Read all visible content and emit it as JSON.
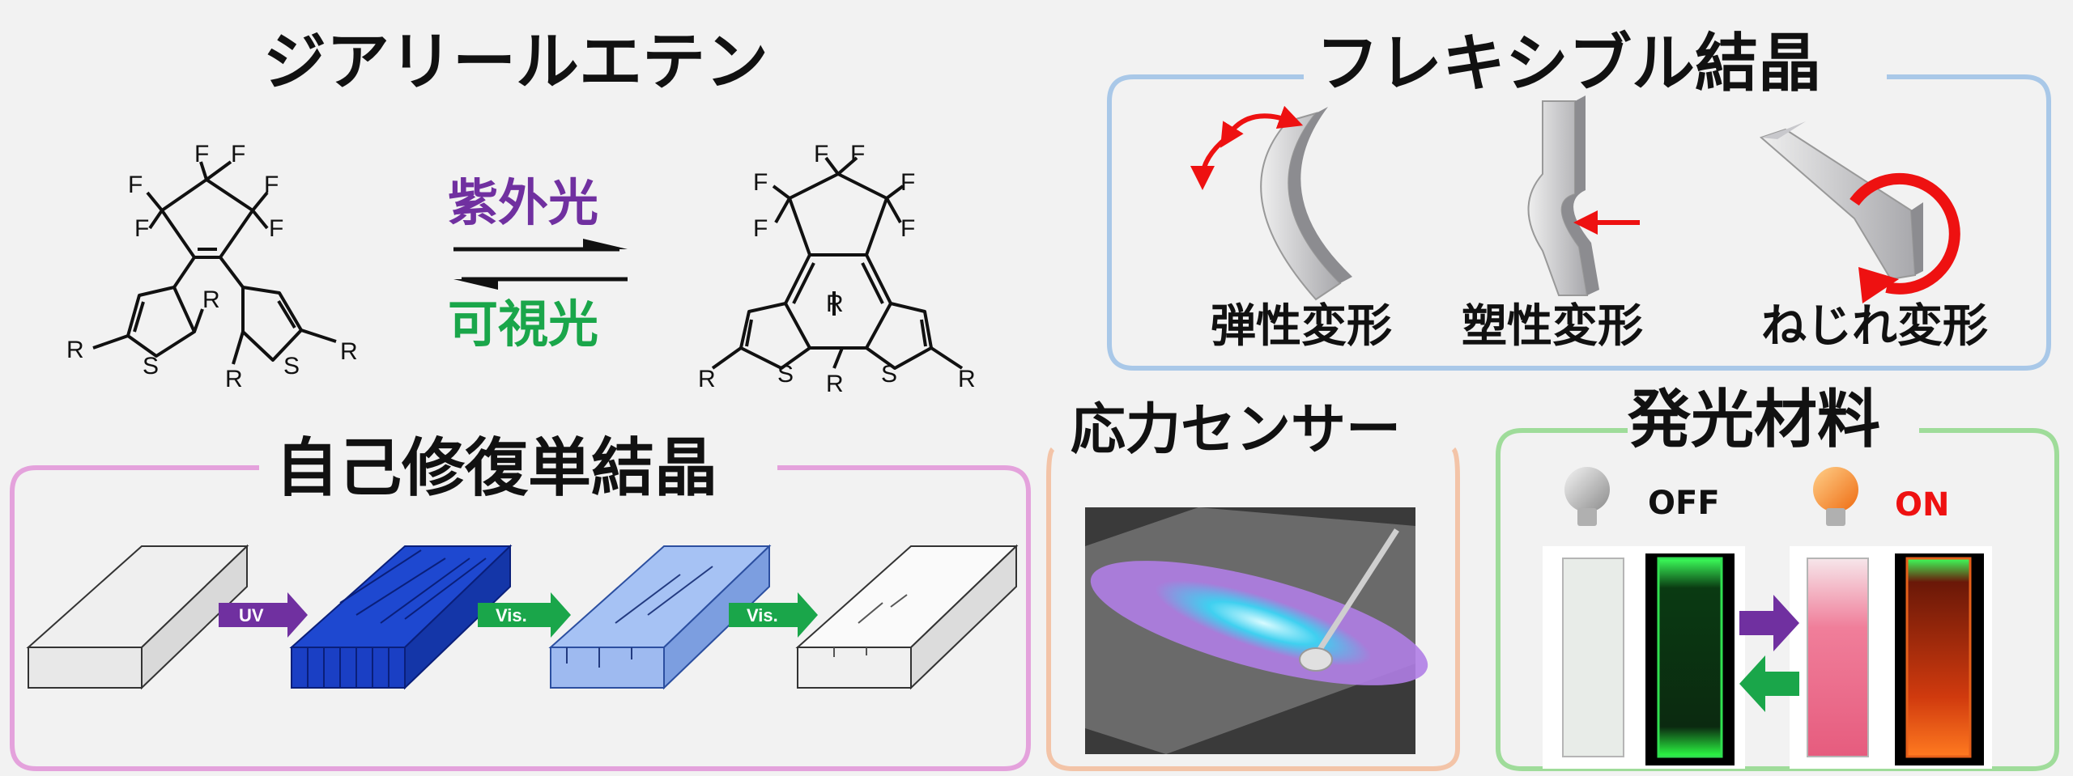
{
  "diarylethene": {
    "title": "ジアリールエテン",
    "uv_label": "紫外光",
    "vis_label": "可視光",
    "atoms": {
      "F": "F",
      "S": "S",
      "R": "R"
    }
  },
  "flexible": {
    "title": "フレキシブル結晶",
    "elastic": "弾性変形",
    "plastic": "塑性変形",
    "twist": "ねじれ変形"
  },
  "selfheal": {
    "title": "自己修復単結晶",
    "arrow1": "UV",
    "arrow2": "Vis.",
    "arrow3": "Vis."
  },
  "stress": {
    "title": "応力センサー"
  },
  "emission": {
    "title": "発光材料",
    "off": "OFF",
    "on": "ON"
  },
  "colors": {
    "uv_purple": "#7030a0",
    "vis_green": "#1aa64a",
    "flex_border": "#a9c8e8",
    "heal_border": "#e4a2dc",
    "stress_border": "#f3c4a8",
    "emis_border": "#9fdc9a",
    "on_red": "#ee1111",
    "heal_blue_dark": "#1a3fc4",
    "heal_blue_light": "#9ebaf0"
  }
}
